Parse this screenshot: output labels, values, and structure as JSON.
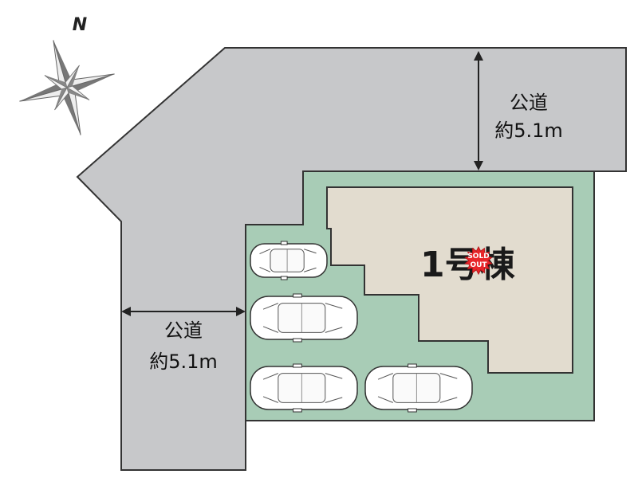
{
  "compass": {
    "north_label": "N"
  },
  "roads": {
    "north": {
      "name": "公道",
      "width": "約5.1m"
    },
    "west": {
      "name": "公道",
      "width": "約5.1m"
    }
  },
  "building": {
    "label": "1号棟"
  },
  "badge": {
    "line1": "SOLD",
    "line2": "OUT"
  },
  "parking": {
    "car_count": 4
  },
  "colors": {
    "road": "#c7c8ca",
    "lot": "#a8ccb6",
    "building": "#e2dccf",
    "outline": "#333333",
    "badge": "#e8262a"
  }
}
